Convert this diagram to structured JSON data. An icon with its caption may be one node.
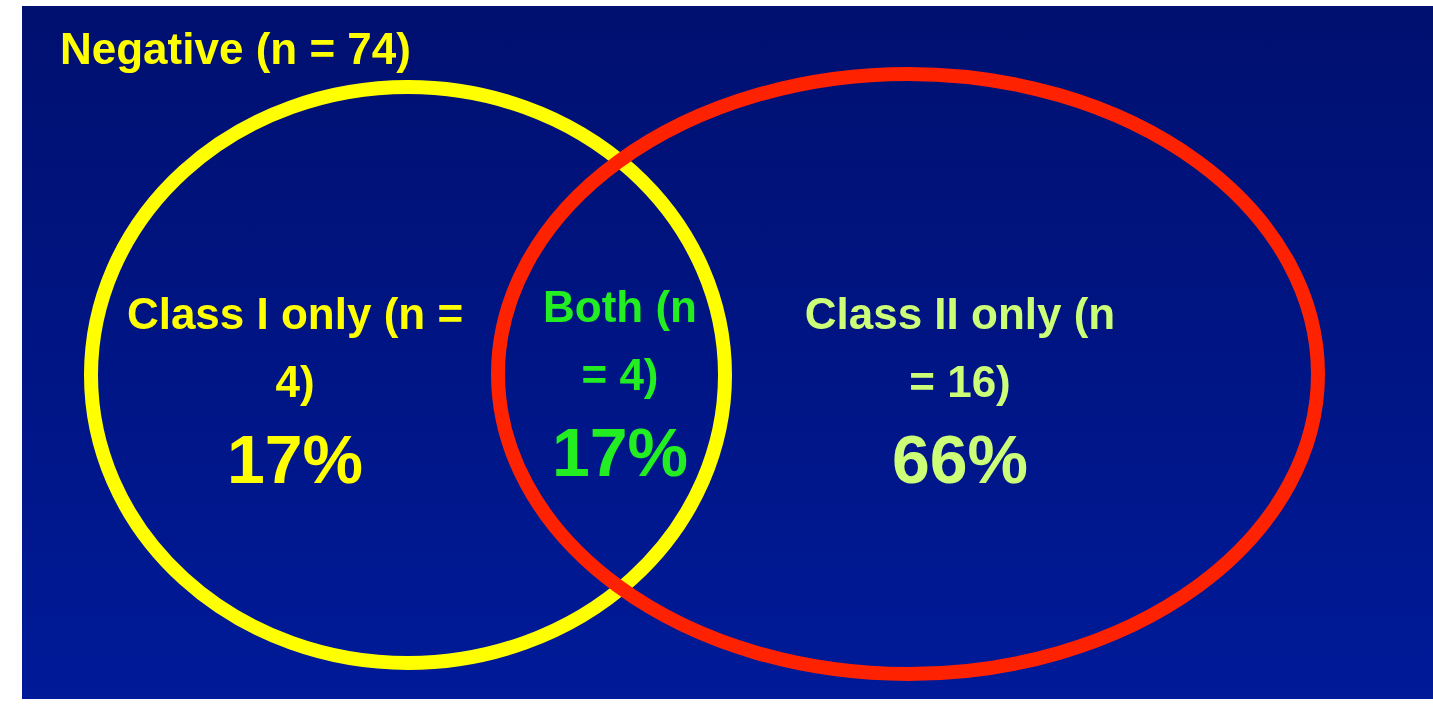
{
  "diagram": {
    "nodes": [
      {
        "text": [
          "Class I only (n = 4)",
          "17%"
        ]
      },
      {
        "text": [
          "Class II only (n = 16)",
          "66%"
        ]
      }
    ],
    "labels": [
      "Negative (n = 74)",
      "Both (n = 4)",
      "17%"
    ]
  }
}
